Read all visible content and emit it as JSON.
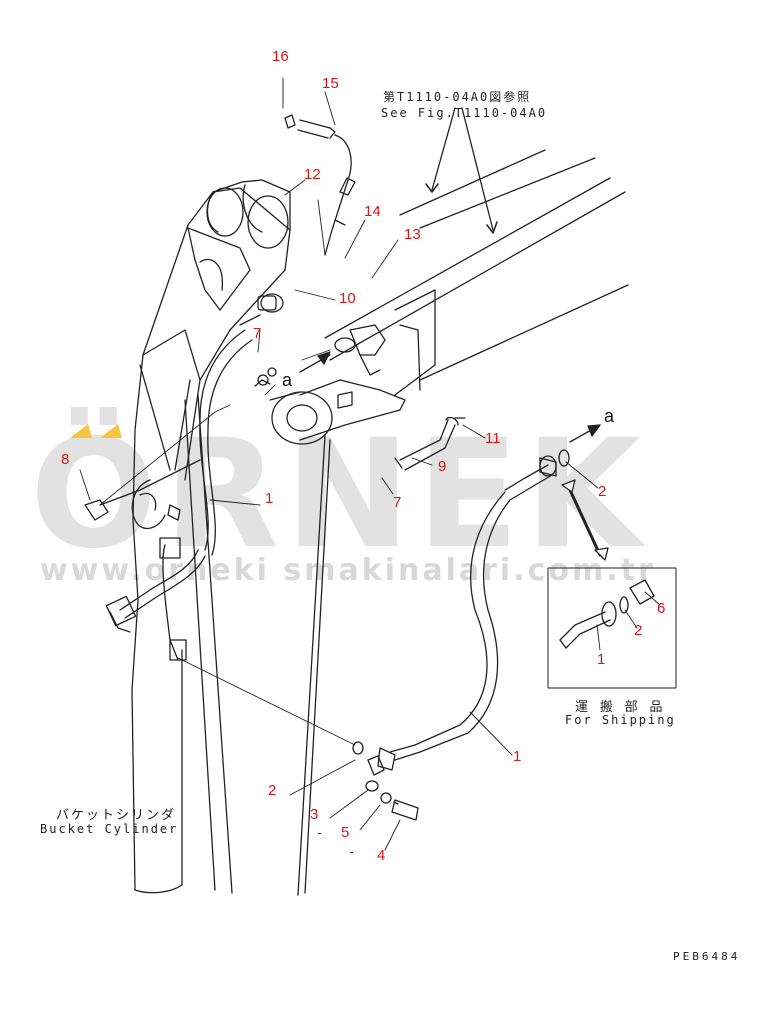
{
  "watermark": {
    "brand": "ÖRNEK",
    "url": "www.orneki smakinalari.com.tr"
  },
  "ref_note": {
    "jp": "第T1110-04A0図参照",
    "en": "See Fig.T1110-04A0"
  },
  "shipping_box": {
    "jp": "運 搬 部 品",
    "en": "For Shipping"
  },
  "bucket_cylinder": {
    "jp": "バケットシリンダ",
    "en": "Bucket Cylinder"
  },
  "drawing_code": "PEB6484",
  "view_letter": "a",
  "callouts": [
    "1",
    "1",
    "1",
    "1",
    "2",
    "2",
    "2",
    "3",
    "4",
    "5",
    "6",
    "7",
    "7",
    "8",
    "9",
    "10",
    "11",
    "12",
    "13",
    "14",
    "15",
    "16"
  ],
  "colors": {
    "callout": "#d21a1a",
    "line": "#222222",
    "watermark": "#d9d9d9",
    "accent": "#f5c542"
  }
}
